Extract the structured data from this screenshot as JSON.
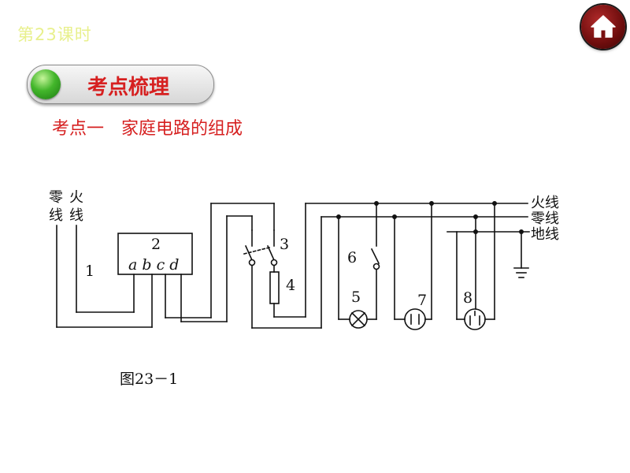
{
  "header": {
    "lesson": "第23课时",
    "home_icon": "home-icon"
  },
  "banner": {
    "title": "考点梳理"
  },
  "section": {
    "title": "考点一　家庭电路的组成"
  },
  "diagram": {
    "left_labels": {
      "neutral": "零\n线",
      "live": "火\n线"
    },
    "right_labels": {
      "live": "火线",
      "neutral": "零线",
      "earth": "地线"
    },
    "component_numbers": [
      "1",
      "2",
      "3",
      "4",
      "5",
      "6",
      "7",
      "8"
    ],
    "terminal_labels": "a b c d",
    "caption": "图23－1"
  }
}
